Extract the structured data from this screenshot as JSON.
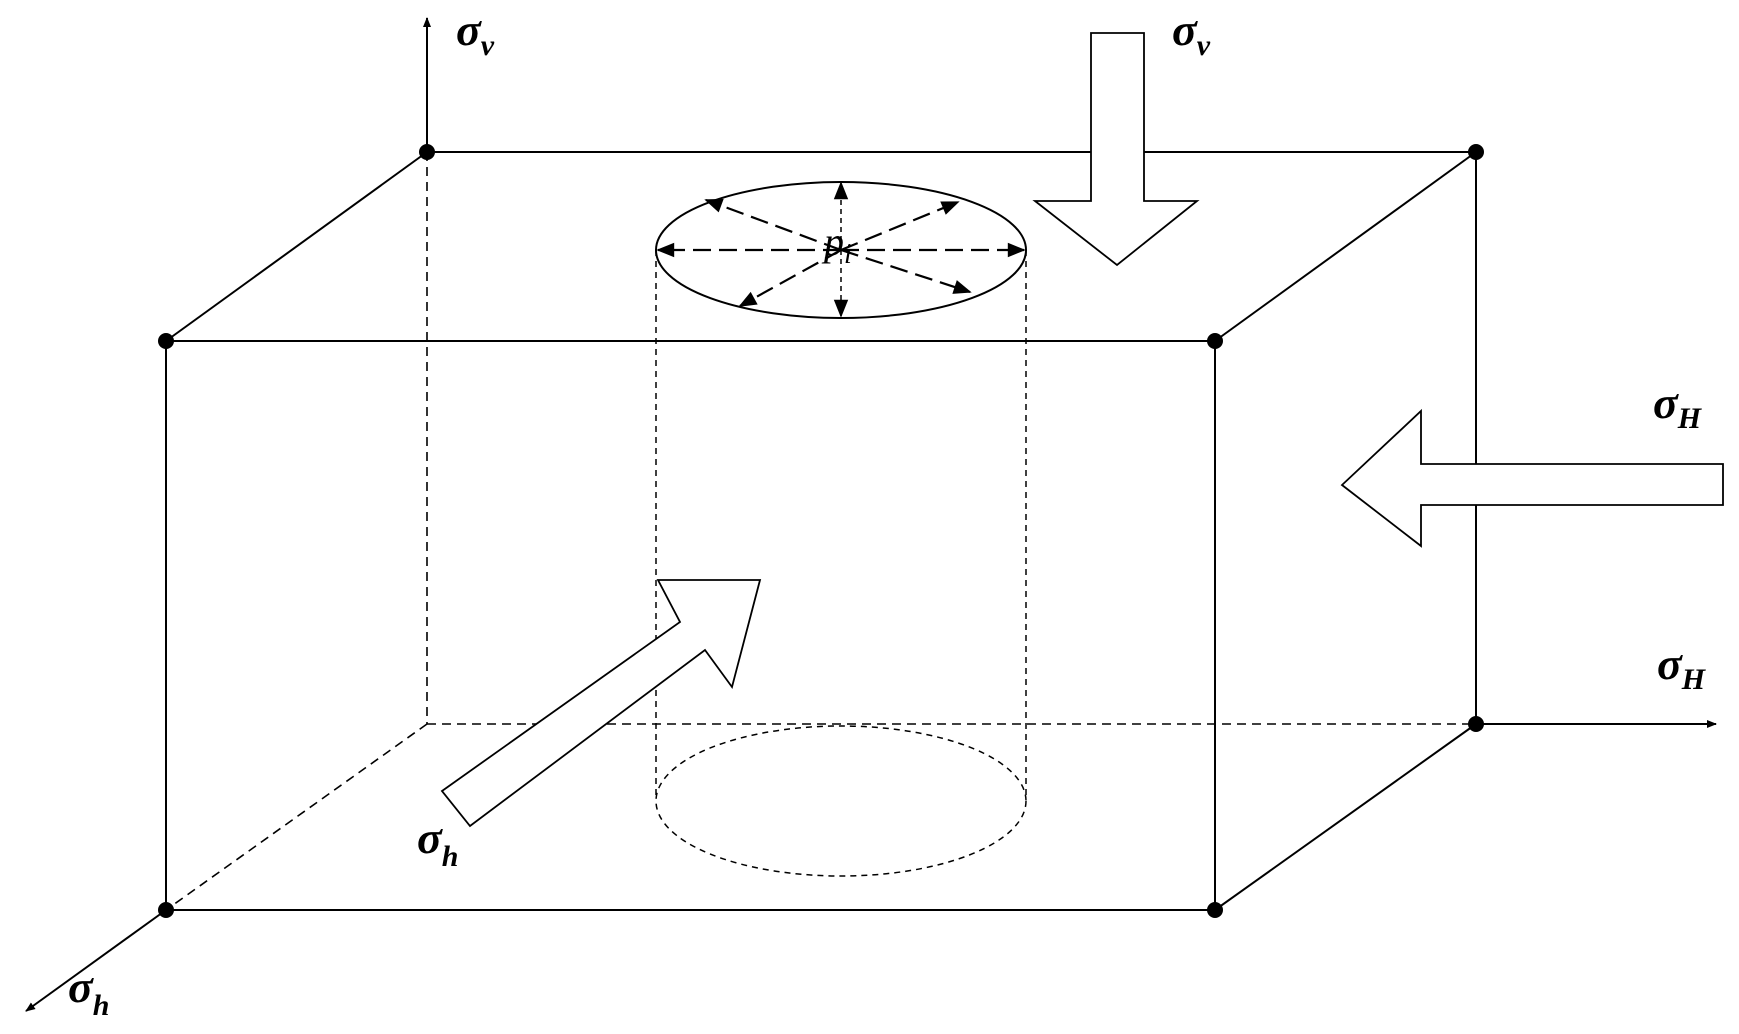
{
  "labels": {
    "sigma_v_axis": {
      "symbol": "σ",
      "subscript": "v"
    },
    "sigma_v_load": {
      "symbol": "σ",
      "subscript": "v"
    },
    "sigma_H_load": {
      "symbol": "σ",
      "subscript": "H"
    },
    "sigma_H_axis": {
      "symbol": "σ",
      "subscript": "H"
    },
    "sigma_h_load": {
      "symbol": "σ",
      "subscript": "h"
    },
    "sigma_h_axis": {
      "symbol": "σ",
      "subscript": "h"
    },
    "internal_pressure": {
      "symbol": "p",
      "subscript": "i"
    }
  },
  "colors": {
    "stroke": "#000000",
    "background": "#ffffff"
  }
}
